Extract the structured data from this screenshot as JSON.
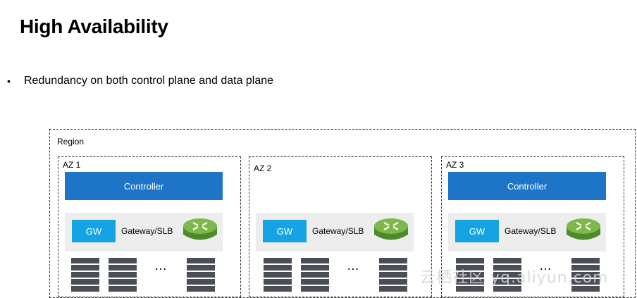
{
  "slide": {
    "title": "High Availability",
    "bullets": [
      {
        "marker": "•",
        "text": "Redundancy on both control plane and data plane"
      }
    ]
  },
  "diagram": {
    "region_label": "Region",
    "zones": [
      {
        "label": "AZ 1",
        "controller": "Controller",
        "gw": "GW",
        "gw_text": "Gateway/SLB",
        "ellipsis": "…"
      },
      {
        "label": "AZ 2",
        "controller": "",
        "gw": "GW",
        "gw_text": "Gateway/SLB",
        "ellipsis": "…"
      },
      {
        "label": "AZ 3",
        "controller": "Controller",
        "gw": "GW",
        "gw_text": "Gateway/SLB",
        "ellipsis": "…"
      }
    ]
  },
  "watermark": "云栖社区 yq.aliyun.com",
  "colors": {
    "controller": "#1e74c6",
    "gw": "#14a4e3",
    "router": "#6aa33a",
    "panel": "#ededed"
  },
  "icons": [
    "router-icon",
    "server-rack-icon"
  ]
}
